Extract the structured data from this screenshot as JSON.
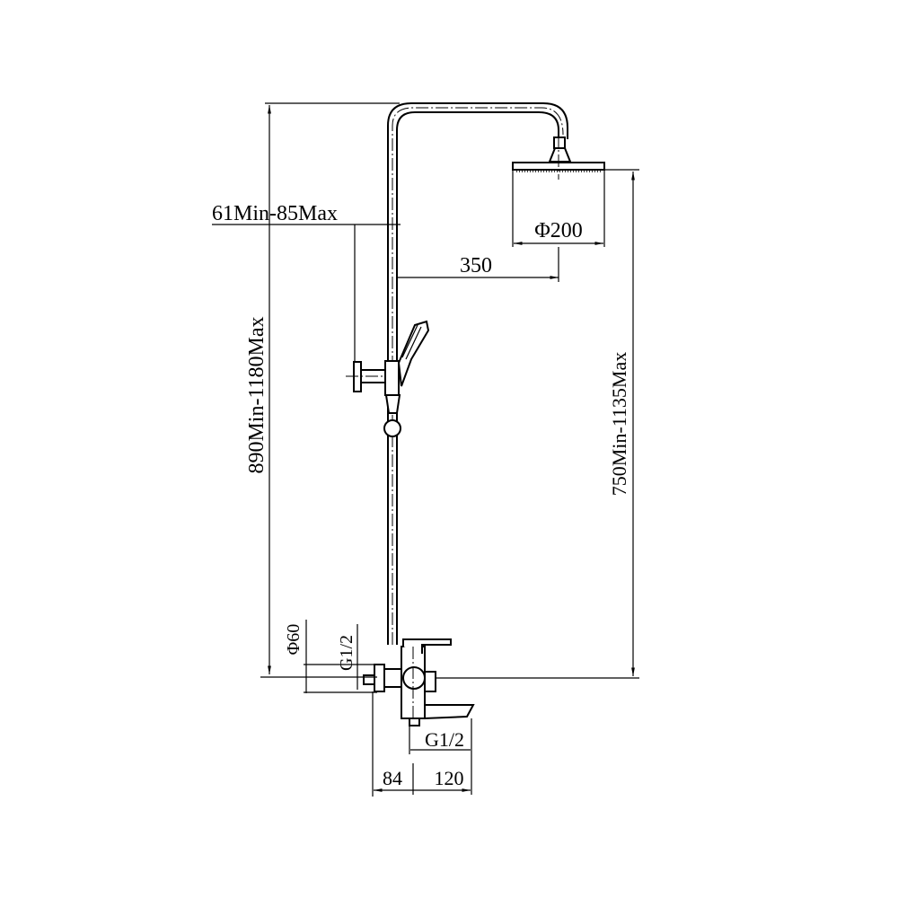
{
  "dimensions": {
    "total_height": "890Min-1180Max",
    "head_height": "750Min-1135Max",
    "bracket_offset": "61Min-85Max",
    "arm_length": "350",
    "head_diameter": "Φ200",
    "flange_diameter": "Φ60",
    "inlet_thread": "G1/2",
    "outlet_thread": "G1/2",
    "wall_offset": "84",
    "spout_length": "120"
  },
  "colors": {
    "line": "#000000",
    "background": "#ffffff"
  }
}
